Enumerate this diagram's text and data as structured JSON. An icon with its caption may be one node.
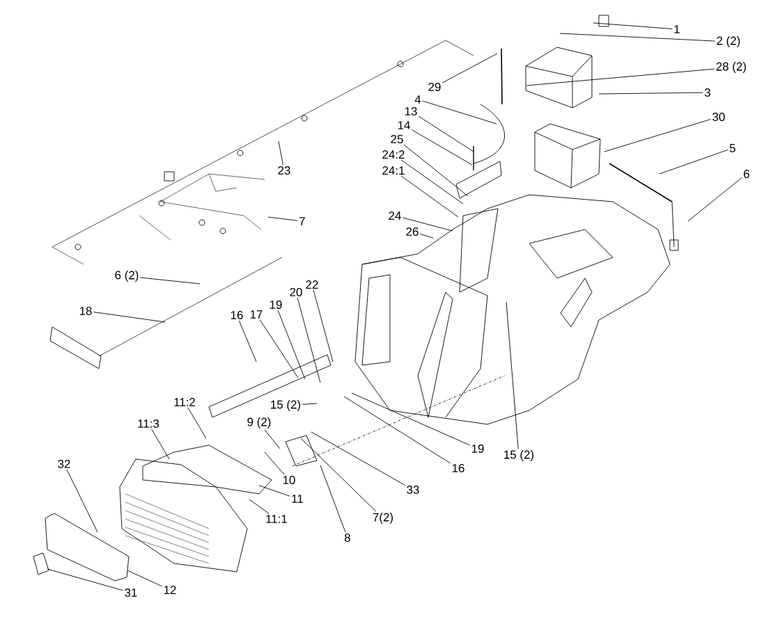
{
  "diagram": {
    "nodes": [
      {
        "text": [
          "1"
        ]
      },
      {
        "text": [
          "2 (2)"
        ]
      },
      {
        "text": [
          "28 (2)"
        ]
      },
      {
        "text": [
          "29"
        ]
      },
      {
        "text": [
          "3"
        ]
      },
      {
        "text": [
          "4"
        ]
      },
      {
        "text": [
          "13"
        ]
      },
      {
        "text": [
          "30"
        ]
      },
      {
        "text": [
          "14"
        ]
      },
      {
        "text": [
          "5"
        ]
      },
      {
        "text": [
          "25"
        ]
      },
      {
        "text": [
          "6"
        ]
      },
      {
        "text": [
          "24:2"
        ]
      },
      {
        "text": [
          "24:1"
        ]
      },
      {
        "text": [
          "23"
        ]
      },
      {
        "text": [
          "24"
        ]
      },
      {
        "text": [
          "26"
        ]
      },
      {
        "text": [
          "7"
        ]
      },
      {
        "text": [
          "6 (2)"
        ]
      },
      {
        "text": [
          "22"
        ]
      },
      {
        "text": [
          "20"
        ]
      },
      {
        "text": [
          "18"
        ]
      },
      {
        "text": [
          "19"
        ]
      },
      {
        "text": [
          "17"
        ]
      },
      {
        "text": [
          "16"
        ]
      },
      {
        "text": [
          "15 (2)"
        ]
      },
      {
        "text": [
          "11:2"
        ]
      },
      {
        "text": [
          "9 (2)"
        ]
      },
      {
        "text": [
          "11:3"
        ]
      },
      {
        "text": [
          "19"
        ]
      },
      {
        "text": [
          "15 (2)"
        ]
      },
      {
        "text": [
          "32"
        ]
      },
      {
        "text": [
          "16"
        ]
      },
      {
        "text": [
          "10"
        ]
      },
      {
        "text": [
          "33"
        ]
      },
      {
        "text": [
          "11"
        ]
      },
      {
        "text": [
          "7(2)"
        ]
      },
      {
        "text": [
          "11:1"
        ]
      },
      {
        "text": [
          "8"
        ]
      },
      {
        "text": [
          "12"
        ]
      },
      {
        "text": [
          "31"
        ]
      }
    ],
    "edges": [
      {
        "from": 0,
        "to": null,
        "arrow": "none"
      },
      {
        "from": 1,
        "to": null,
        "arrow": "none"
      },
      {
        "from": 2,
        "to": null,
        "arrow": "none"
      },
      {
        "from": 3,
        "to": null,
        "arrow": "none"
      },
      {
        "from": 4,
        "to": null,
        "arrow": "none"
      },
      {
        "from": 5,
        "to": null,
        "arrow": "none"
      },
      {
        "from": 6,
        "to": null,
        "arrow": "none"
      },
      {
        "from": 7,
        "to": null,
        "arrow": "none"
      },
      {
        "from": 8,
        "to": null,
        "arrow": "none"
      },
      {
        "from": 9,
        "to": null,
        "arrow": "none"
      },
      {
        "from": 10,
        "to": null,
        "arrow": "none"
      },
      {
        "from": 11,
        "to": null,
        "arrow": "none"
      },
      {
        "from": 12,
        "to": null,
        "arrow": "none"
      },
      {
        "from": 13,
        "to": null,
        "arrow": "none"
      },
      {
        "from": 14,
        "to": null,
        "arrow": "none"
      },
      {
        "from": 15,
        "to": null,
        "arrow": "none"
      },
      {
        "from": 16,
        "to": null,
        "arrow": "none"
      },
      {
        "from": 17,
        "to": null,
        "arrow": "none"
      },
      {
        "from": 18,
        "to": null,
        "arrow": "none"
      },
      {
        "from": 19,
        "to": null,
        "arrow": "none"
      },
      {
        "from": 20,
        "to": null,
        "arrow": "none"
      },
      {
        "from": 21,
        "to": null,
        "arrow": "none"
      },
      {
        "from": 22,
        "to": null,
        "arrow": "none"
      },
      {
        "from": 23,
        "to": null,
        "arrow": "none"
      },
      {
        "from": 24,
        "to": null,
        "arrow": "none"
      },
      {
        "from": 25,
        "to": null,
        "arrow": "none"
      },
      {
        "from": 26,
        "to": null,
        "arrow": "none"
      },
      {
        "from": 27,
        "to": null,
        "arrow": "none"
      },
      {
        "from": 28,
        "to": null,
        "arrow": "none"
      },
      {
        "from": 29,
        "to": null,
        "arrow": "none"
      },
      {
        "from": 30,
        "to": null,
        "arrow": "none"
      },
      {
        "from": 31,
        "to": null,
        "arrow": "none"
      },
      {
        "from": 32,
        "to": null,
        "arrow": "none"
      },
      {
        "from": 33,
        "to": null,
        "arrow": "none"
      },
      {
        "from": 34,
        "to": null,
        "arrow": "none"
      },
      {
        "from": 35,
        "to": null,
        "arrow": "none"
      },
      {
        "from": 36,
        "to": null,
        "arrow": "none"
      },
      {
        "from": 37,
        "to": null,
        "arrow": "none"
      },
      {
        "from": 38,
        "to": null,
        "arrow": "none"
      },
      {
        "from": 39,
        "to": null,
        "arrow": "none"
      },
      {
        "from": 40,
        "to": null,
        "arrow": "none"
      }
    ]
  }
}
